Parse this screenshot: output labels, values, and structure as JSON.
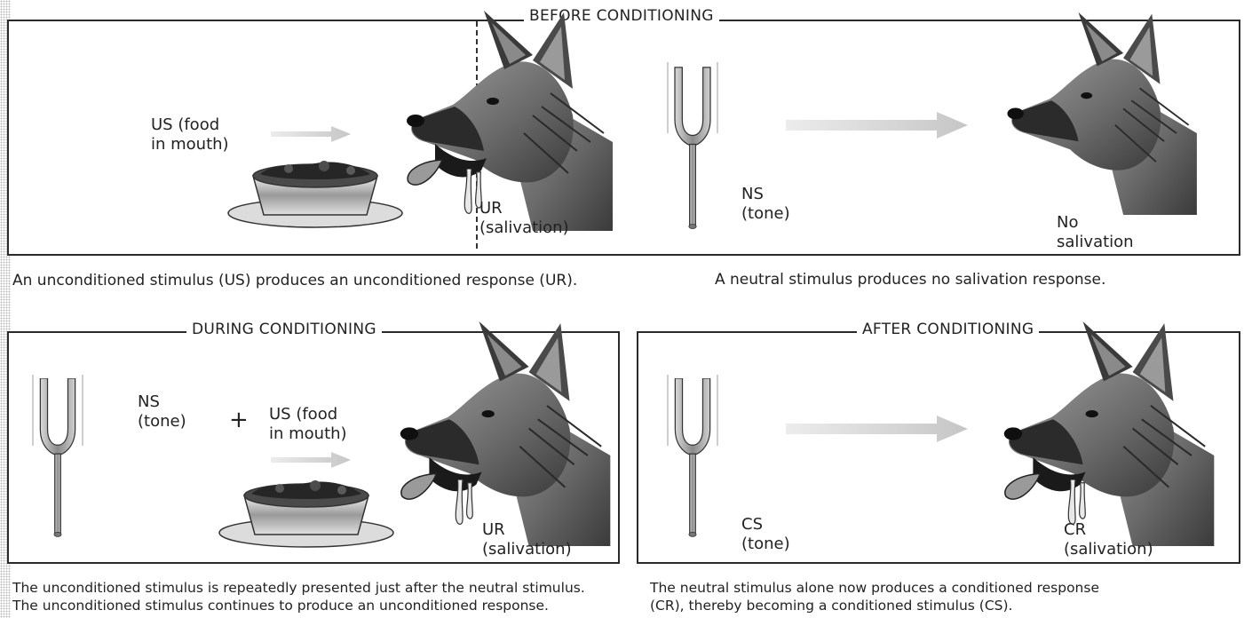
{
  "titles": {
    "before": "BEFORE CONDITIONING",
    "during": "DURING CONDITIONING",
    "after": "AFTER CONDITIONING"
  },
  "labels": {
    "us_food_1": "US (food\nin mouth)",
    "ur_1": "UR\n(salivation)",
    "ns_tone_1": "NS\n(tone)",
    "no_salivation": "No\nsalivation",
    "ns_tone_2": "NS\n(tone)",
    "plus": "+",
    "us_food_2": "US (food\nin mouth)",
    "ur_2": "UR\n(salivation)",
    "cs_tone": "CS\n(tone)",
    "cr": "CR\n(salivation)"
  },
  "captions": {
    "before_left": "An unconditioned stimulus (US) produces an unconditioned response (UR).",
    "before_right": "A neutral stimulus produces no salivation response.",
    "during": "The unconditioned stimulus is repeatedly presented just after the neutral stimulus.\nThe unconditioned stimulus continues to produce an unconditioned response.",
    "after": "The neutral stimulus alone now produces a conditioned response\n(CR), thereby becoming a conditioned stimulus (CS)."
  },
  "icons": {
    "dog": "dog-head-icon",
    "bowl": "food-bowl-icon",
    "fork": "tuning-fork-icon",
    "arrow": "arrow-icon",
    "drool": "saliva-icon"
  },
  "colors": {
    "border": "#2a2a2a",
    "arrow": "#cfcfcf",
    "fur_dark": "#2b2b2b",
    "fur_light": "#a7a7a7"
  }
}
